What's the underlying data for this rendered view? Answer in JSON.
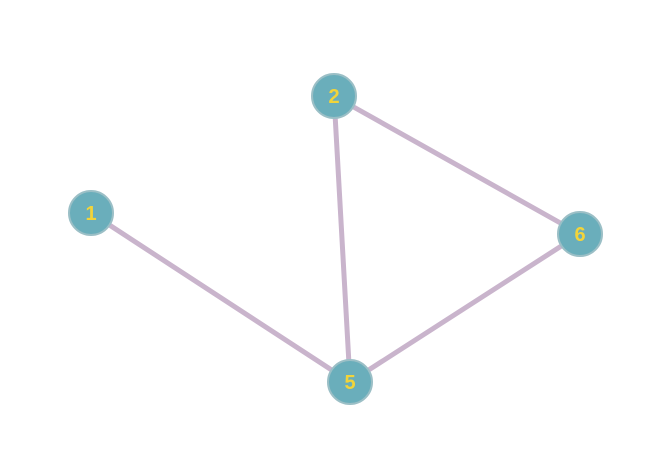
{
  "graph": {
    "colors": {
      "edge": "#c9b4cc",
      "node_fill": "#6aaebb",
      "node_stroke": "#9bbfc6",
      "label": "#f2d43a",
      "background": "#ffffff"
    },
    "nodes": [
      {
        "id": "1",
        "label": "1"
      },
      {
        "id": "2",
        "label": "2"
      },
      {
        "id": "5",
        "label": "5"
      },
      {
        "id": "6",
        "label": "6"
      }
    ],
    "edges": [
      {
        "source": "1",
        "target": "5"
      },
      {
        "source": "2",
        "target": "5"
      },
      {
        "source": "2",
        "target": "6"
      },
      {
        "source": "5",
        "target": "6"
      }
    ]
  }
}
